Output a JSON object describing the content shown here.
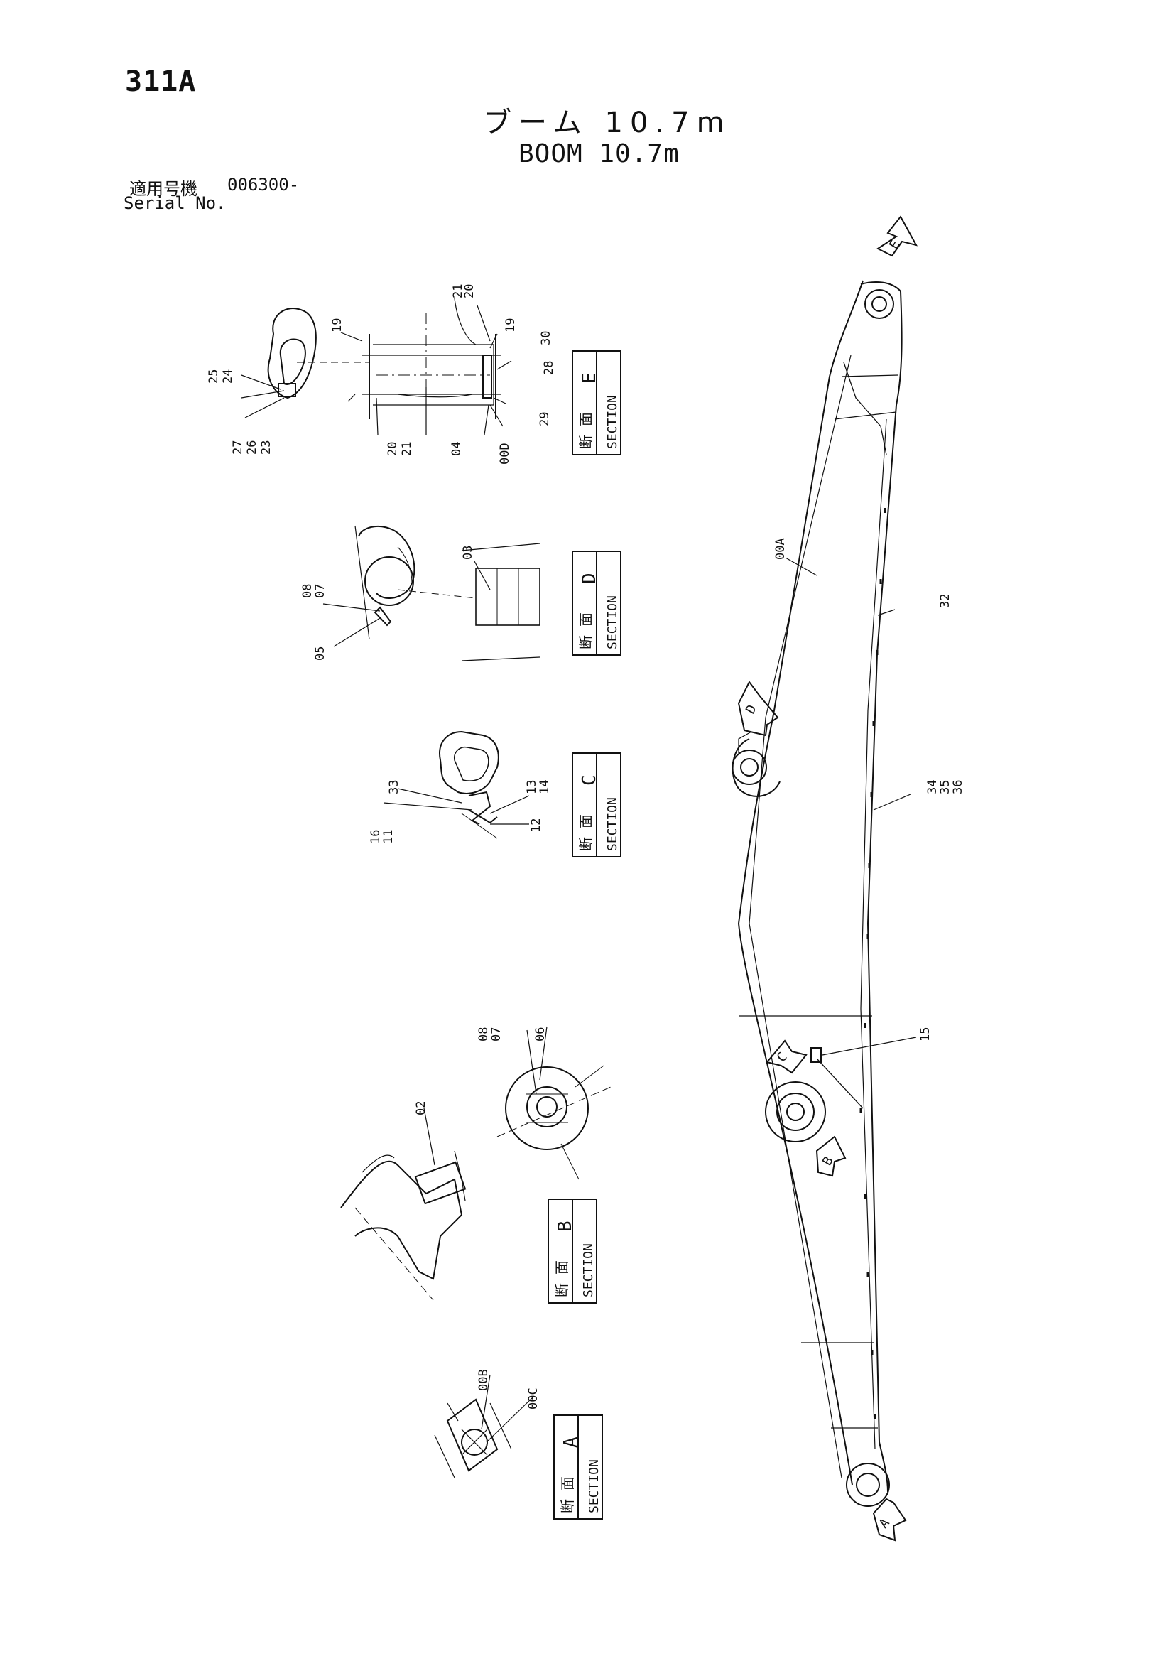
{
  "header": {
    "page_number": "311A",
    "title_jp": "ブーム 10.7m",
    "title_en": "BOOM 10.7m",
    "serial_label_jp": "適用号機",
    "serial_range": "006300-",
    "serial_label_en": "Serial No."
  },
  "sections": {
    "E": {
      "jp": "断 面",
      "en": "SECTION",
      "letter": "E"
    },
    "D": {
      "jp": "断 面",
      "en": "SECTION",
      "letter": "D"
    },
    "C": {
      "jp": "断 面",
      "en": "SECTION",
      "letter": "C"
    },
    "B": {
      "jp": "断 面",
      "en": "SECTION",
      "letter": "B"
    },
    "A": {
      "jp": "断 面",
      "en": "SECTION",
      "letter": "A"
    }
  },
  "arrows": {
    "E": "E",
    "D": "D",
    "C": "C",
    "B": "B",
    "A": "A"
  },
  "callouts": {
    "e": [
      "25",
      "24",
      "27",
      "26",
      "23",
      "19",
      "21",
      "20",
      "19",
      "30",
      "28",
      "20",
      "21",
      "04",
      "00D",
      "29"
    ],
    "d": [
      "08",
      "07",
      "05",
      "03"
    ],
    "c": [
      "33",
      "16",
      "11",
      "13",
      "14",
      "12"
    ],
    "b": [
      "08",
      "07",
      "06",
      "02"
    ],
    "a": [
      "00B",
      "00C"
    ],
    "main": [
      "00A",
      "32",
      "34",
      "35",
      "36",
      "15"
    ]
  }
}
